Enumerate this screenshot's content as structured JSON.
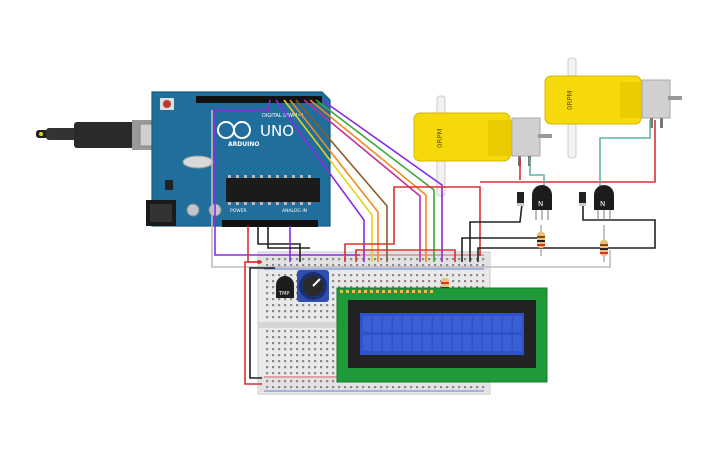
{
  "arduino": {
    "brand": "ARDUINO",
    "model": "UNO",
    "digital_label": "DIGITAL (PWM~)",
    "power_label": "POWER",
    "analog_label": "ANALOG IN",
    "board_color": "#1f6e9c"
  },
  "motors": {
    "left_label": "0RPM",
    "right_label": "0RPM",
    "body_color": "#f5d90a"
  },
  "sensor": {
    "label": "TMP"
  },
  "transistors": {
    "label": "N"
  },
  "lcd": {
    "screen_color": "#2f52c9",
    "pcb_color": "#1e9a3a"
  },
  "wire_colors": {
    "red": "#d93030",
    "black": "#222222",
    "purple": "#8a2be2",
    "green": "#3aa83a",
    "orange": "#f08a1c",
    "brown": "#8b5a2b",
    "yellow": "#e6d21c",
    "teal": "#5fb3a8",
    "grey": "#bdbdbd",
    "magenta": "#c0309a"
  }
}
